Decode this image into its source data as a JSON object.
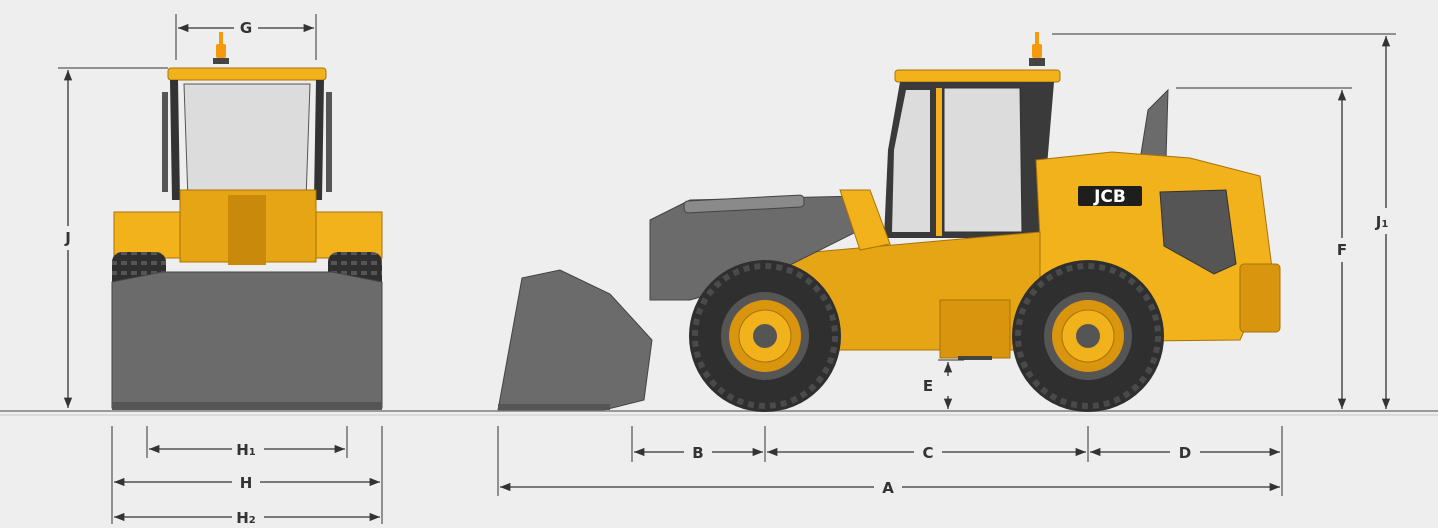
{
  "brand": {
    "logo_text": "JCB"
  },
  "colors": {
    "background": "#eeeeee",
    "body_yellow": "#f2b21b",
    "body_shade": "#d9950e",
    "dark_grey": "#6b6b6b",
    "tyre": "#3a3a3a",
    "glass": "#d9d9d9",
    "beacon": "#f59a0a",
    "line": "#333333"
  },
  "front_view": {
    "labels": {
      "width_cab": "G",
      "height_cab": "J",
      "track": "H",
      "track_sub": "1",
      "width_tyres": "H",
      "width_bucket": "H",
      "width_bucket_sub": "2"
    }
  },
  "side_view": {
    "labels": {
      "overall_length": "A",
      "bucket_to_front_axle": "B",
      "wheelbase": "C",
      "rear_overhang": "D",
      "ground_clearance": "E",
      "exhaust_height": "F",
      "beacon_height": "J",
      "beacon_height_sub": "1"
    }
  }
}
